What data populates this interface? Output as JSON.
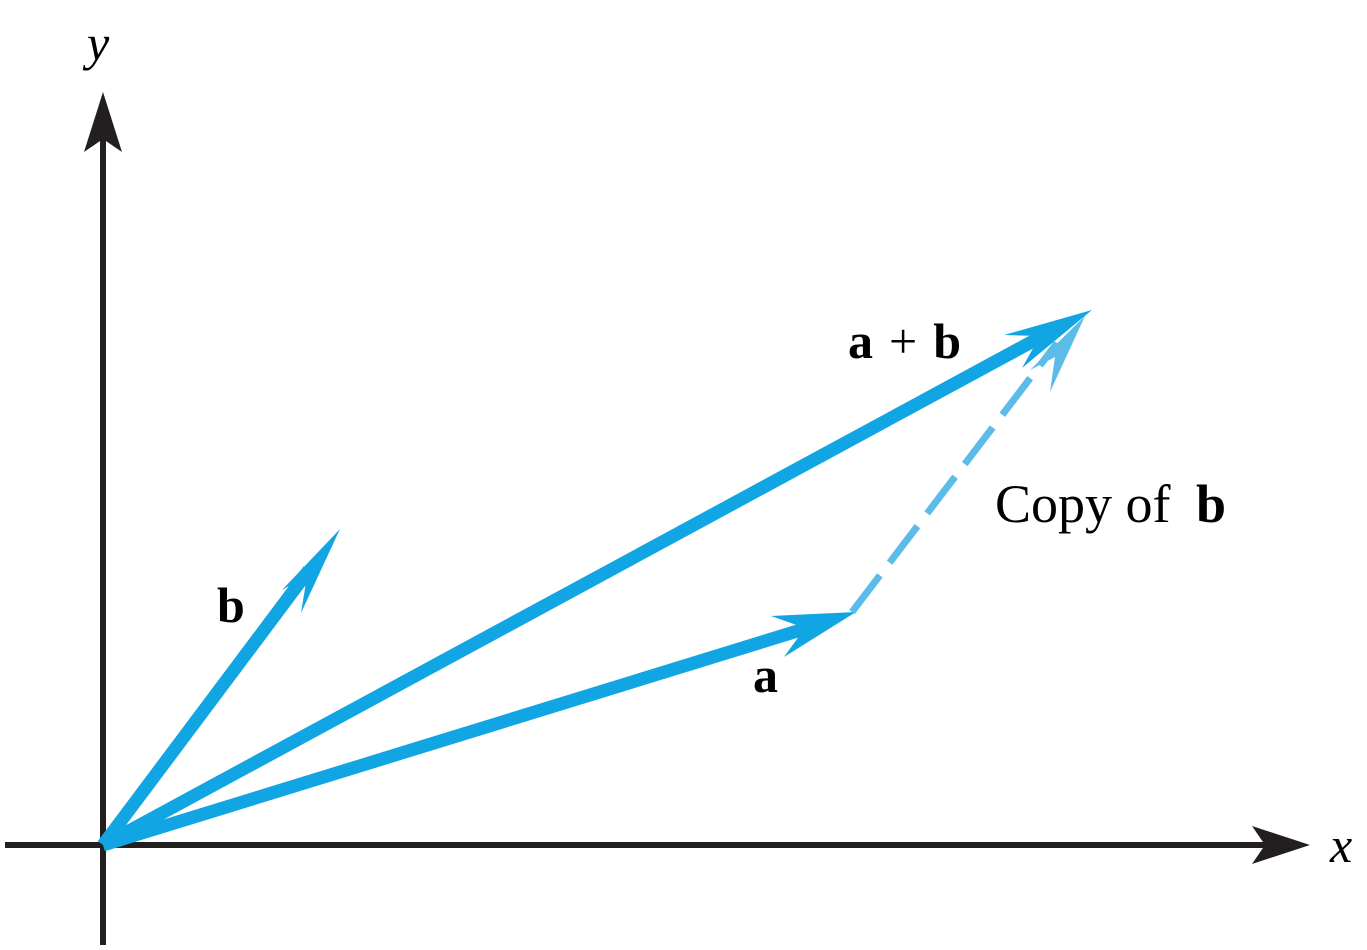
{
  "axes": {
    "x_label": "x",
    "y_label": "y"
  },
  "vectors": {
    "a": {
      "label": "a"
    },
    "b": {
      "label": "b"
    },
    "sum": {
      "label_a": "a",
      "label_plus": "+",
      "label_b": "b"
    }
  },
  "copy_label": {
    "prefix": "Copy of",
    "vector": "b"
  },
  "colors": {
    "axis": "#231f20",
    "vector": "#11a6e3",
    "copy": "#5bbce9",
    "text": "#000000"
  }
}
